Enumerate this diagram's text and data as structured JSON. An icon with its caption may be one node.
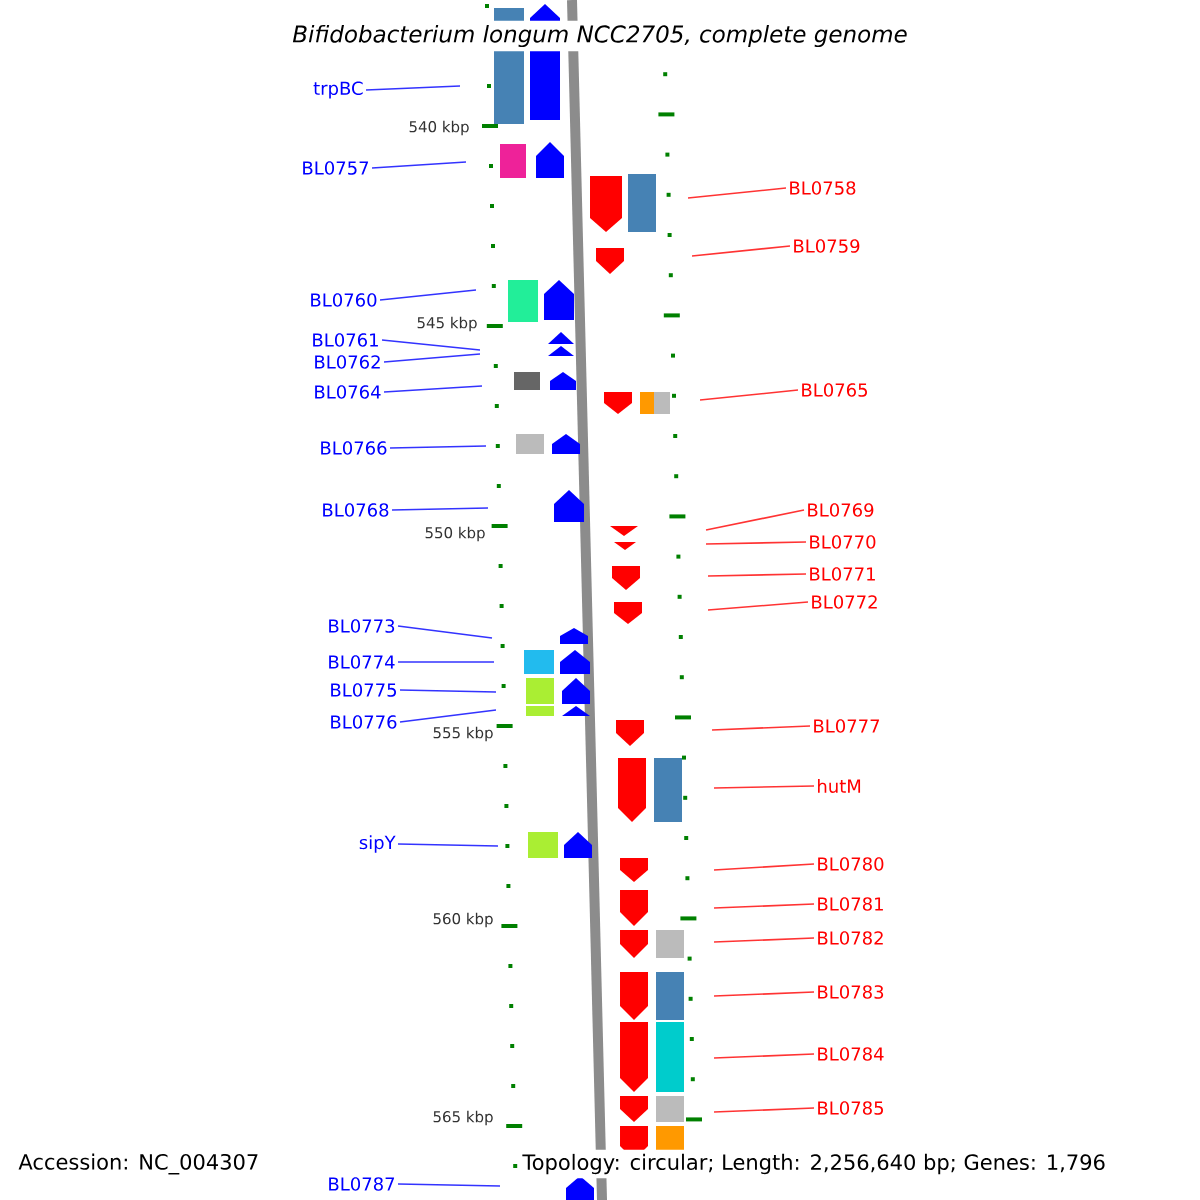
{
  "diagram": {
    "title": "Bifidobacterium longum NCC2705, complete genome",
    "nodes": [
      {
        "text": [
          "trpBC"
        ]
      },
      {
        "text": [
          "BL0757"
        ]
      },
      {
        "text": [
          "BL0758"
        ]
      },
      {
        "text": [
          "BL0759"
        ]
      },
      {
        "text": [
          "BL0760"
        ]
      },
      {
        "text": [
          "BL0761"
        ]
      },
      {
        "text": [
          "BL0762"
        ]
      },
      {
        "text": [
          "BL0764"
        ]
      },
      {
        "text": [
          "BL0765"
        ]
      },
      {
        "text": [
          "BL0766"
        ]
      },
      {
        "text": [
          "BL0768"
        ]
      },
      {
        "text": [
          "BL0769"
        ]
      },
      {
        "text": [
          "BL0770"
        ]
      },
      {
        "text": [
          "BL0771"
        ]
      },
      {
        "text": [
          "BL0772"
        ]
      },
      {
        "text": [
          "BL0773"
        ]
      },
      {
        "text": [
          "BL0774"
        ]
      },
      {
        "text": [
          "BL0775"
        ]
      },
      {
        "text": [
          "BL0776"
        ]
      },
      {
        "text": [
          "BL0777"
        ]
      },
      {
        "text": [
          "hutM"
        ]
      },
      {
        "text": [
          "sipY"
        ]
      },
      {
        "text": [
          "BL0780"
        ]
      },
      {
        "text": [
          "BL0781"
        ]
      },
      {
        "text": [
          "BL0782"
        ]
      },
      {
        "text": [
          "BL0783"
        ]
      },
      {
        "text": [
          "BL0784"
        ]
      },
      {
        "text": [
          "BL0785"
        ]
      },
      {
        "text": [
          "BL0787"
        ]
      }
    ],
    "edges": [
      {
        "from": 0,
        "to": null,
        "arrow": "none",
        "color": "#3333ff"
      },
      {
        "from": 1,
        "to": null,
        "arrow": "none",
        "color": "#3333ff"
      },
      {
        "from": 2,
        "to": null,
        "arrow": "none",
        "color": "#ff3333"
      },
      {
        "from": 3,
        "to": null,
        "arrow": "none",
        "color": "#ff3333"
      },
      {
        "from": 4,
        "to": null,
        "arrow": "none",
        "color": "#3333ff"
      },
      {
        "from": 5,
        "to": null,
        "arrow": "none",
        "color": "#3333ff"
      },
      {
        "from": 6,
        "to": null,
        "arrow": "none",
        "color": "#3333ff"
      },
      {
        "from": 7,
        "to": null,
        "arrow": "none",
        "color": "#3333ff"
      },
      {
        "from": 8,
        "to": null,
        "arrow": "none",
        "color": "#ff3333"
      },
      {
        "from": 9,
        "to": null,
        "arrow": "none",
        "color": "#3333ff"
      },
      {
        "from": 10,
        "to": null,
        "arrow": "none",
        "color": "#3333ff"
      },
      {
        "from": 11,
        "to": null,
        "arrow": "none",
        "color": "#ff3333"
      },
      {
        "from": 12,
        "to": null,
        "arrow": "none",
        "color": "#ff3333"
      },
      {
        "from": 13,
        "to": null,
        "arrow": "none",
        "color": "#ff3333"
      },
      {
        "from": 14,
        "to": null,
        "arrow": "none",
        "color": "#ff3333"
      },
      {
        "from": 15,
        "to": null,
        "arrow": "none",
        "color": "#3333ff"
      },
      {
        "from": 16,
        "to": null,
        "arrow": "none",
        "color": "#3333ff"
      },
      {
        "from": 17,
        "to": null,
        "arrow": "none",
        "color": "#3333ff"
      },
      {
        "from": 18,
        "to": null,
        "arrow": "none",
        "color": "#3333ff"
      },
      {
        "from": 19,
        "to": null,
        "arrow": "none",
        "color": "#ff3333"
      },
      {
        "from": 20,
        "to": null,
        "arrow": "none",
        "color": "#ff3333"
      },
      {
        "from": 21,
        "to": null,
        "arrow": "none",
        "color": "#3333ff"
      },
      {
        "from": 22,
        "to": null,
        "arrow": "none",
        "color": "#ff3333"
      },
      {
        "from": 23,
        "to": null,
        "arrow": "none",
        "color": "#ff3333"
      },
      {
        "from": 24,
        "to": null,
        "arrow": "none",
        "color": "#ff3333"
      },
      {
        "from": 25,
        "to": null,
        "arrow": "none",
        "color": "#ff3333"
      },
      {
        "from": 26,
        "to": null,
        "arrow": "none",
        "color": "#ff3333"
      },
      {
        "from": 27,
        "to": null,
        "arrow": "none",
        "color": "#ff3333"
      },
      {
        "from": 28,
        "to": null,
        "arrow": "none",
        "color": "#3333ff"
      }
    ],
    "labels": [
      "540 kbp",
      "545 kbp",
      "550 kbp",
      "555 kbp",
      "560 kbp",
      "565 kbp",
      "Accession: NC_004307",
      "Topology: circular; Length: 2,256,640 bp; Genes: 1,796"
    ]
  }
}
